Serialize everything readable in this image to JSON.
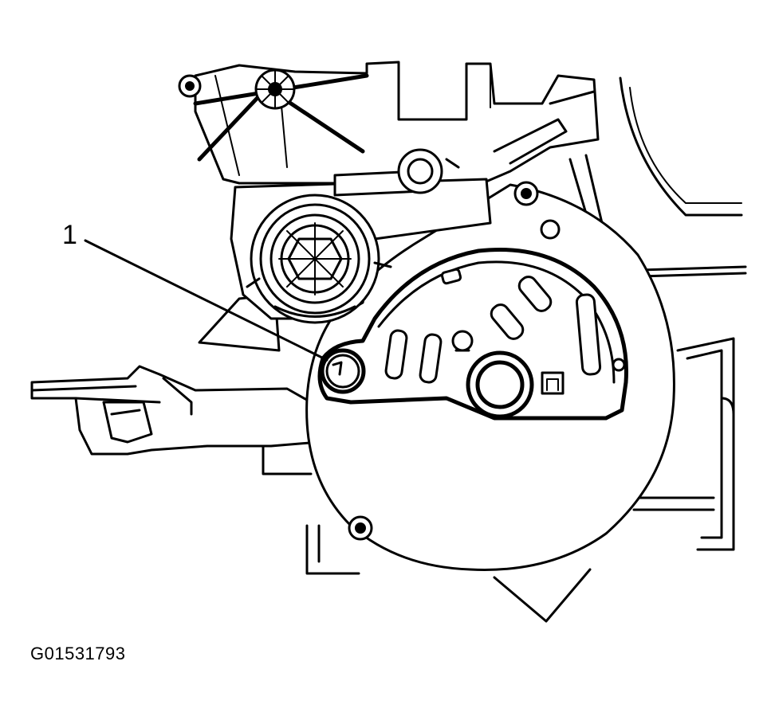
{
  "figure": {
    "id_label": "G01531793",
    "callouts": [
      {
        "label": "1",
        "target": "switch-mounting-bolt"
      }
    ],
    "colors": {
      "line": "#000000",
      "background": "#ffffff"
    }
  }
}
